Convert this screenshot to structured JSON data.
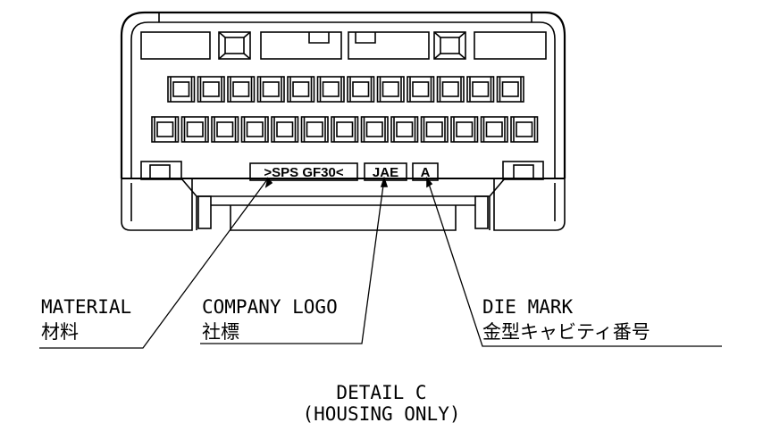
{
  "markings": {
    "material_code": ">SPS GF30<",
    "logo": "JAE",
    "die_mark": "A"
  },
  "callouts": [
    {
      "id": "material",
      "en": "MATERIAL",
      "jp": "材料"
    },
    {
      "id": "logo",
      "en": "COMPANY LOGO",
      "jp": "社標"
    },
    {
      "id": "die",
      "en": "DIE MARK",
      "jp": "金型キャビティ番号"
    }
  ],
  "detail": {
    "title": "DETAIL C",
    "subtitle": "(HOUSING ONLY)"
  },
  "terminals": {
    "upper_row": 12,
    "lower_row": 13
  }
}
